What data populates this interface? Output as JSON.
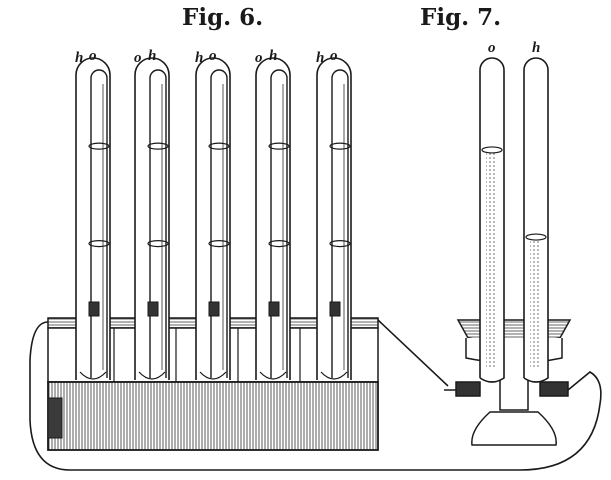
{
  "figures": {
    "fig6_title": "Fig. 6.",
    "fig7_title": "Fig. 7."
  },
  "fig6": {
    "cells": [
      {
        "left_label": "h",
        "right_label": "o",
        "outer_level": 0.38,
        "inner_level": 0.8
      },
      {
        "left_label": "o",
        "right_label": "h",
        "outer_level": 0.8,
        "inner_level": 0.38
      },
      {
        "left_label": "h",
        "right_label": "o",
        "outer_level": 0.38,
        "inner_level": 0.8
      },
      {
        "left_label": "o",
        "right_label": "h",
        "outer_level": 0.8,
        "inner_level": 0.38
      },
      {
        "left_label": "h",
        "right_label": "o",
        "outer_level": 0.38,
        "inner_level": 0.8
      }
    ]
  },
  "fig7": {
    "tubes": [
      {
        "label": "o",
        "level": 0.62
      },
      {
        "label": "h",
        "level": 0.26
      }
    ]
  },
  "colors": {
    "ink": "#1a1a1a",
    "wood": "#6f6f6f"
  }
}
